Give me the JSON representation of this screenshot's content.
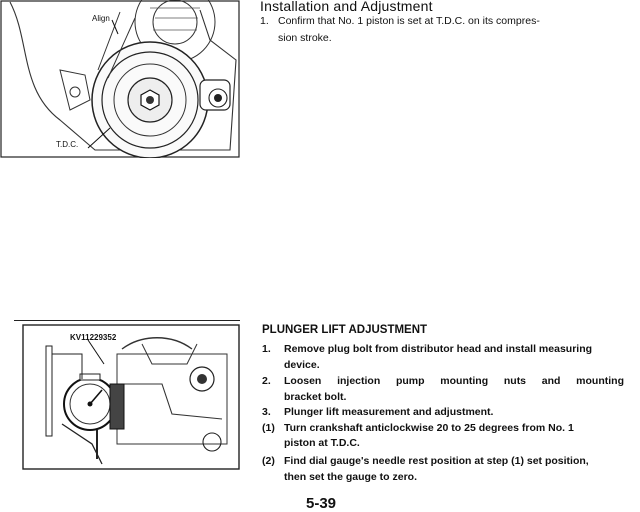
{
  "top_figure": {
    "label_align": "Align",
    "label_tdc": "T.D.C."
  },
  "section1": {
    "heading": "Installation and Adjustment",
    "steps": [
      {
        "num": "1.",
        "line1": "Confirm that No. 1 piston is set at T.D.C. on its compres-",
        "line2": "sion stroke."
      }
    ]
  },
  "bottom_figure": {
    "label_tool": "KV11229352"
  },
  "section2": {
    "heading": "PLUNGER LIFT ADJUSTMENT",
    "steps": [
      {
        "num": "1.",
        "line1": "Remove plug bolt from distributor head and install measuring",
        "line2": "device."
      },
      {
        "num": "2.",
        "line1": "Loosen injection pump mounting nuts and mounting",
        "line2": "bracket bolt."
      },
      {
        "num": "3.",
        "line1": "Plunger lift measurement and adjustment.",
        "line2": ""
      },
      {
        "num": "(1)",
        "line1": "Turn crankshaft anticlockwise 20 to 25 degrees from No. 1",
        "line2": "piston at T.D.C."
      },
      {
        "num": "(2)",
        "line1": "Find dial gauge's needle rest position at step (1) set position,",
        "line2": "then set the gauge to zero."
      }
    ]
  },
  "page_number": "5-39"
}
